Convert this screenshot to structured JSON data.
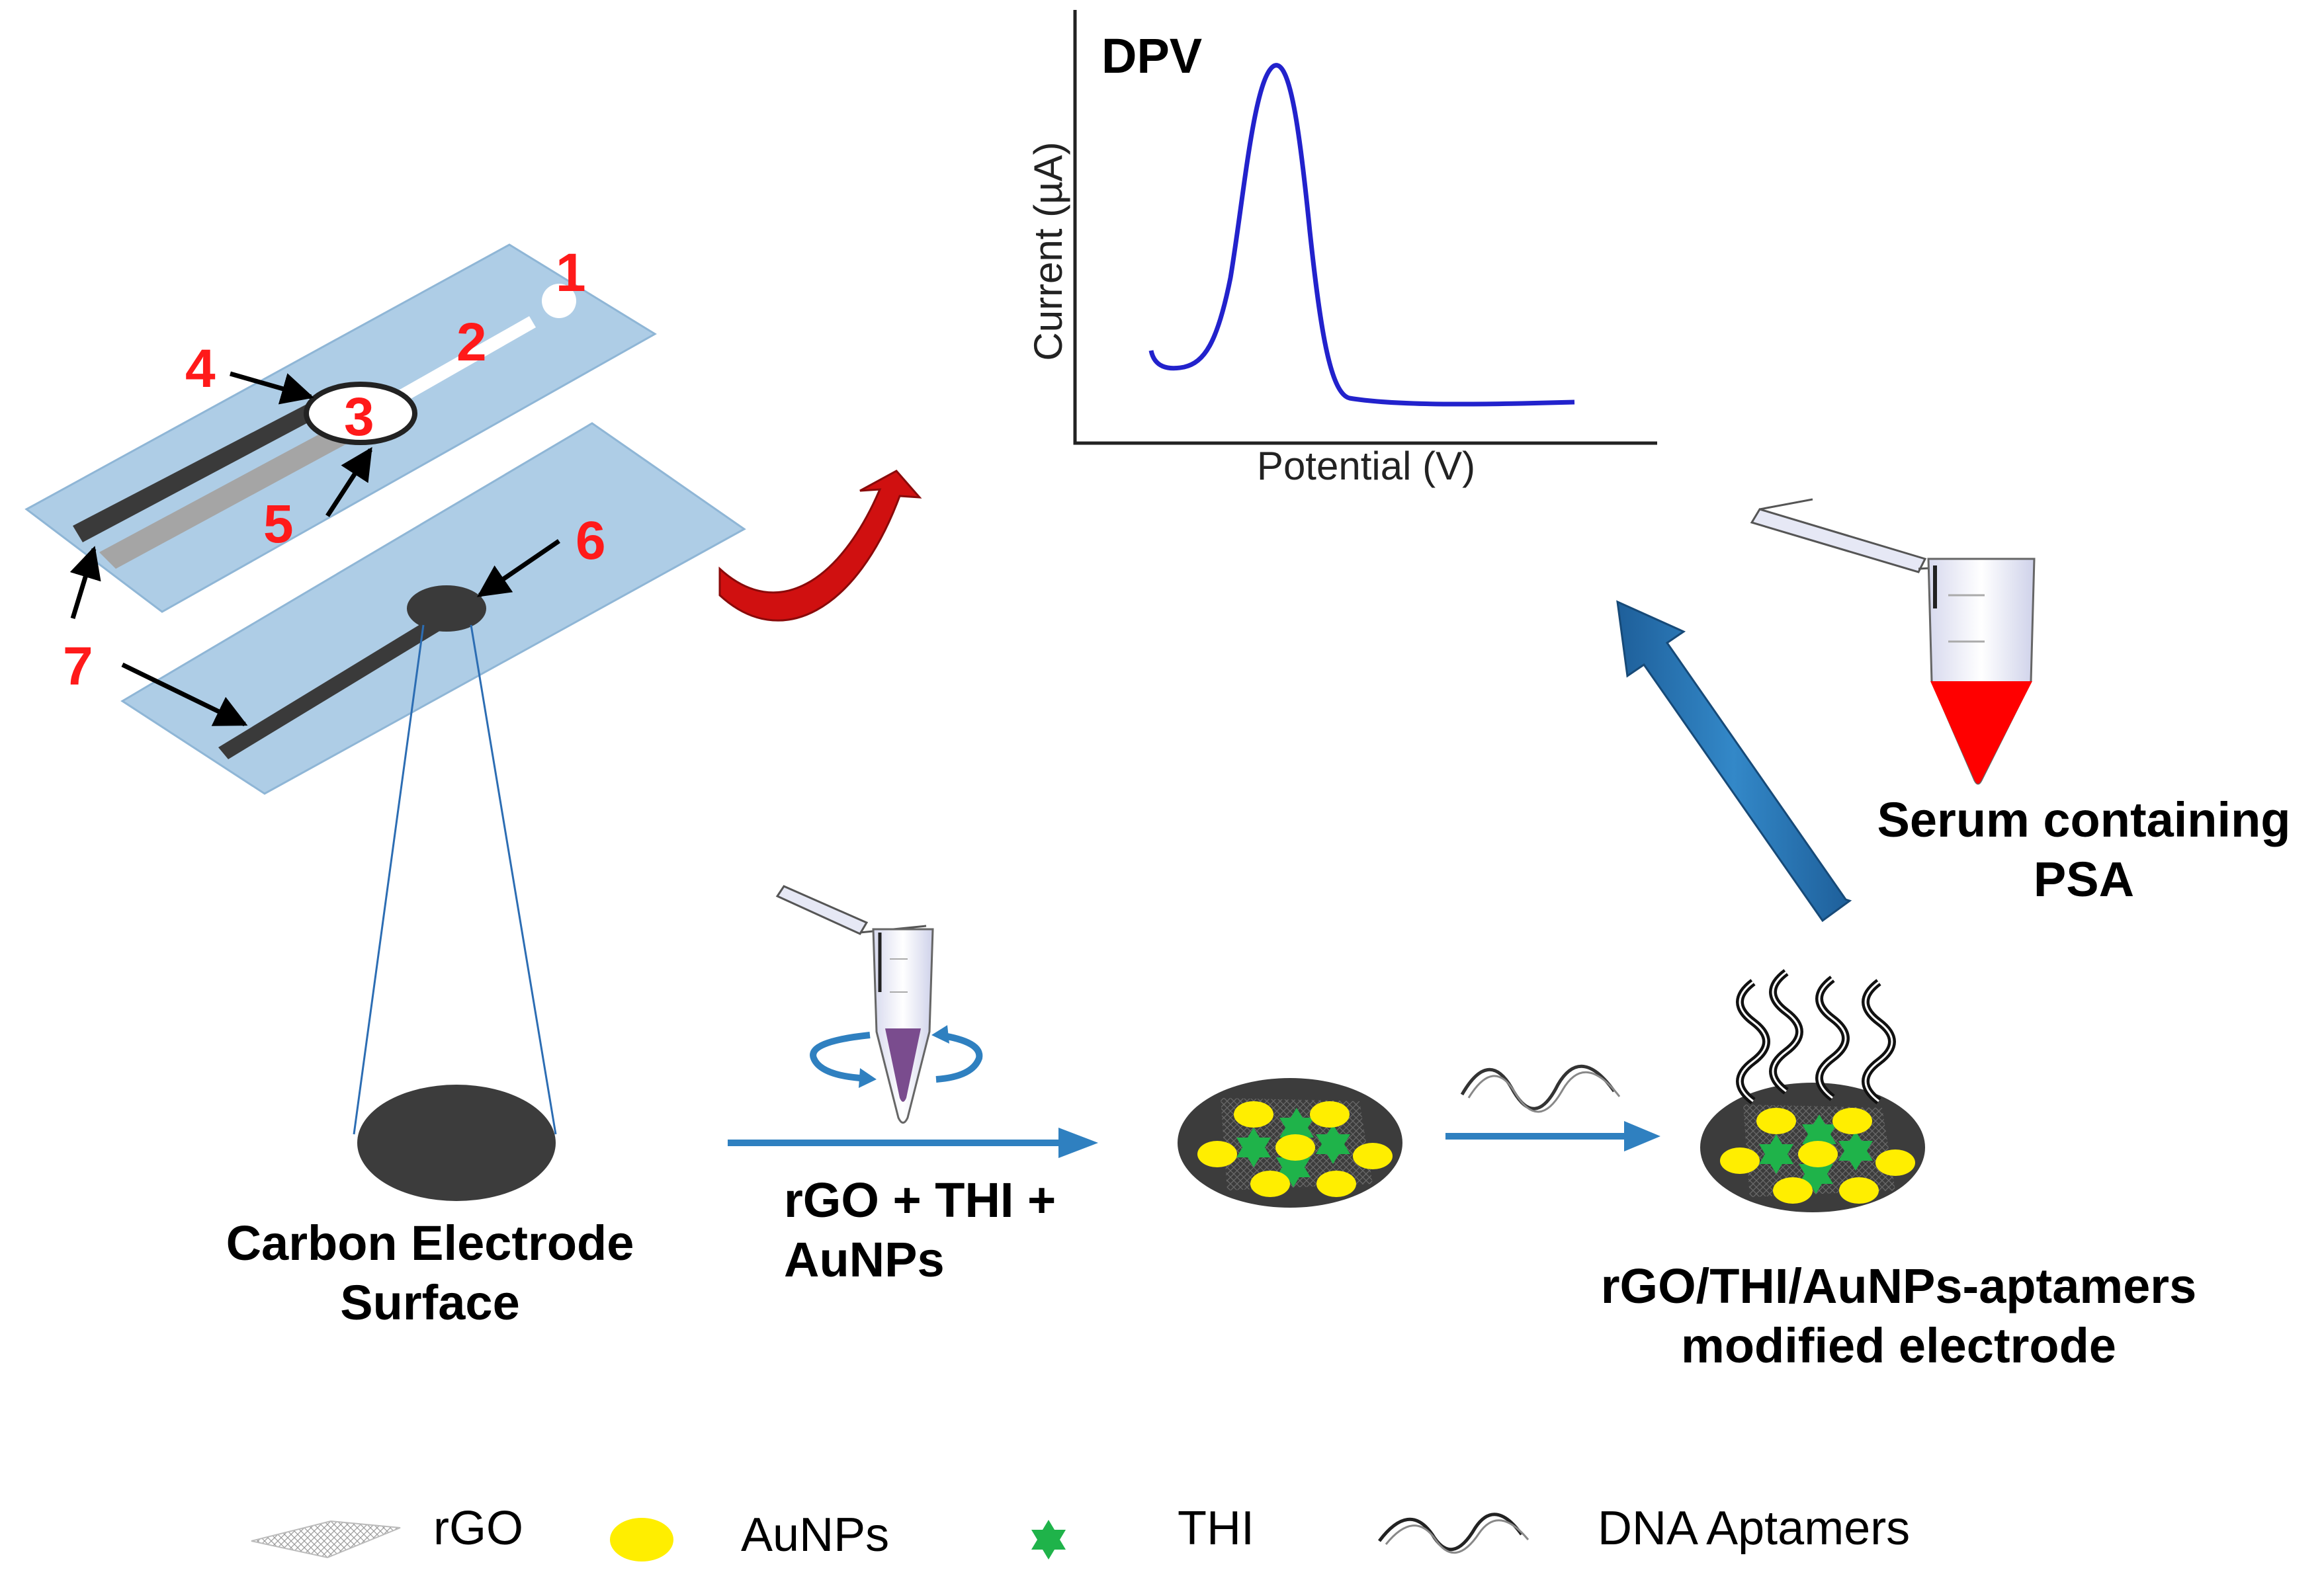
{
  "numbers": [
    "1",
    "2",
    "3",
    "4",
    "5",
    "6",
    "7"
  ],
  "graph": {
    "title": "DPV",
    "xlabel": "Potential (V)",
    "ylabel": "Current (µA)"
  },
  "labels": {
    "carbon_line1": "Carbon Electrode",
    "carbon_line2": "Surface",
    "reagents_line1": "rGO + THI +",
    "reagents_line2": "AuNPs",
    "modified_line1": "rGO/THI/AuNPs-aptamers",
    "modified_line2": "modified electrode",
    "serum_line1": "Serum containing",
    "serum_line2": "PSA"
  },
  "legend": [
    {
      "label": "rGO",
      "icon": "rgo-sheet-icon"
    },
    {
      "label": "AuNPs",
      "icon": "gold-nanoparticle-icon"
    },
    {
      "label": "THI",
      "icon": "thionine-star-icon"
    },
    {
      "label": "DNA Aptamers",
      "icon": "dna-aptamer-icon"
    }
  ],
  "colors": {
    "number_red": "#ff1a1a",
    "strip_blue": "#aecde6",
    "electrode_dark": "#3c3c3c",
    "arrow_blue": "#2f80c0",
    "curve_blue": "#2222cc",
    "auNP_yellow": "#ffee00",
    "thi_green": "#1fb34a",
    "serum_red": "#ff0000",
    "curved_arrow_red": "#d01010"
  }
}
